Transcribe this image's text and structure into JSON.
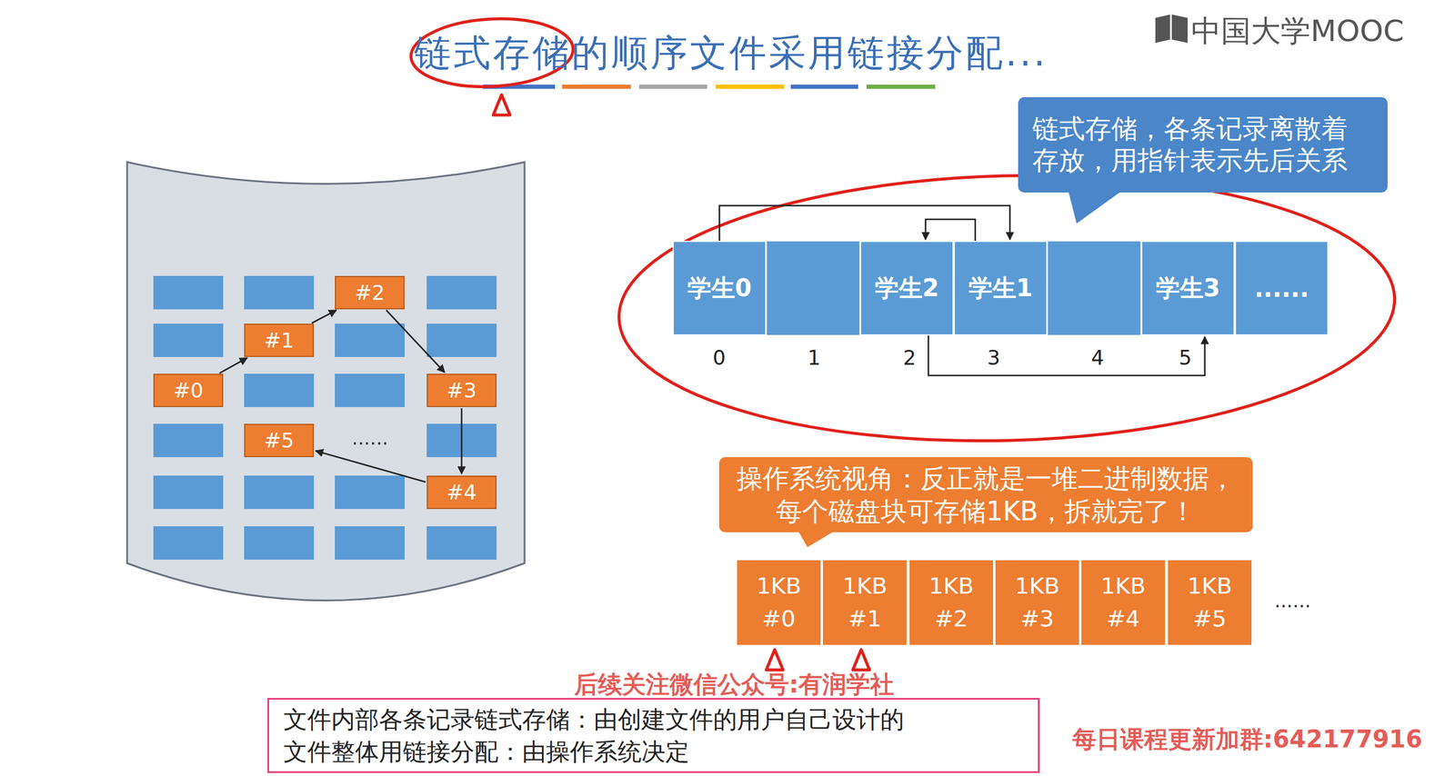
{
  "diagram": {
    "title": "链式存储的顺序文件采用链接分配...",
    "nodes": [
      {
        "text": [
          "#0"
        ]
      },
      {
        "text": [
          "#1"
        ]
      },
      {
        "text": [
          "#2"
        ]
      },
      {
        "text": [
          "#3"
        ]
      },
      {
        "text": [
          "#4"
        ]
      },
      {
        "text": [
          "#5"
        ]
      },
      {
        "text": [
          "链式存储，各条记录离散着存放，用指针表示先后关系"
        ]
      },
      {
        "text": [
          "学生0"
        ]
      },
      {
        "text": [
          "学生2"
        ]
      },
      {
        "text": [
          "学生1"
        ]
      },
      {
        "text": [
          "学生3"
        ]
      },
      {
        "text": [
          "......"
        ]
      },
      {
        "text": [
          "操作系统视角：反正就是一堆二进制数据，每个磁盘块可存储1KB，拆就完了！"
        ]
      },
      {
        "text": [
          "1KB",
          "#0"
        ]
      },
      {
        "text": [
          "1KB",
          "#1"
        ]
      },
      {
        "text": [
          "1KB",
          "#2"
        ]
      },
      {
        "text": [
          "1KB",
          "#3"
        ]
      },
      {
        "text": [
          "1KB",
          "#4"
        ]
      },
      {
        "text": [
          "1KB",
          "#5"
        ]
      },
      {
        "text": [
          "文件内部各条记录链式存储：由创建文件的用户自己设计的",
          "文件整体用链接分配：由操作系统决定"
        ]
      }
    ],
    "edges": [
      {
        "from": 0,
        "to": 1,
        "arrow": "to"
      },
      {
        "from": 1,
        "to": 2,
        "arrow": "to"
      },
      {
        "from": 2,
        "to": 3,
        "arrow": "to"
      },
      {
        "from": 3,
        "to": 4,
        "arrow": "to"
      },
      {
        "from": 4,
        "to": 5,
        "arrow": "to"
      },
      {
        "from": 7,
        "to": 9,
        "arrow": "to"
      },
      {
        "from": 9,
        "to": 8,
        "arrow": "to"
      },
      {
        "from": 8,
        "to": 10,
        "arrow": "to"
      }
    ],
    "labels": [
      "中国大学MOOC",
      "......",
      "0",
      "1",
      "2",
      "3",
      "4",
      "5",
      "......",
      "后续关注微信公众号:有润学社",
      "每日课程更新加群:642177916"
    ]
  }
}
